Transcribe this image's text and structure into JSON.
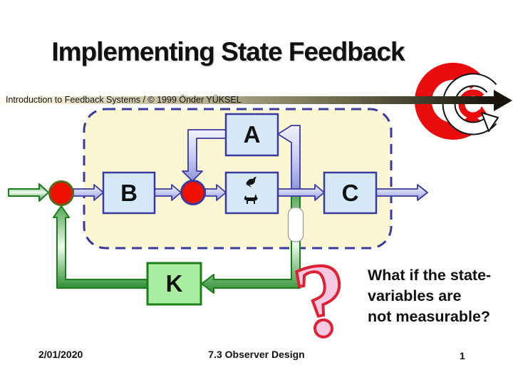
{
  "title": "Implementing State Feedback",
  "banner": {
    "text": "Introduction to Feedback Systems / © 1999 Önder YÜKSEL"
  },
  "diagram": {
    "block_a": "A",
    "block_b": "B",
    "block_c": "C",
    "block_k": "K"
  },
  "question": {
    "mark": "?",
    "lines": [
      "What if the state-",
      "variables are",
      "not measurable?"
    ]
  },
  "footer": {
    "date": "2/01/2020",
    "section": "7.3 Observer Design",
    "page": "1"
  },
  "colors": {
    "accent_blue": "#3a3a9e",
    "block_fill": "#d6e9f8",
    "panel_yellow": "#fbf7d3",
    "green_dark": "#1b7e1b",
    "k_fill": "#a8eda0",
    "junction_red": "#ee1100",
    "junction_olive": "#55691a",
    "pink": "#f6c9e3",
    "pink_stroke": "#dd2233",
    "logo_red": "#e80c0c",
    "bar_dark": "#15130b"
  }
}
